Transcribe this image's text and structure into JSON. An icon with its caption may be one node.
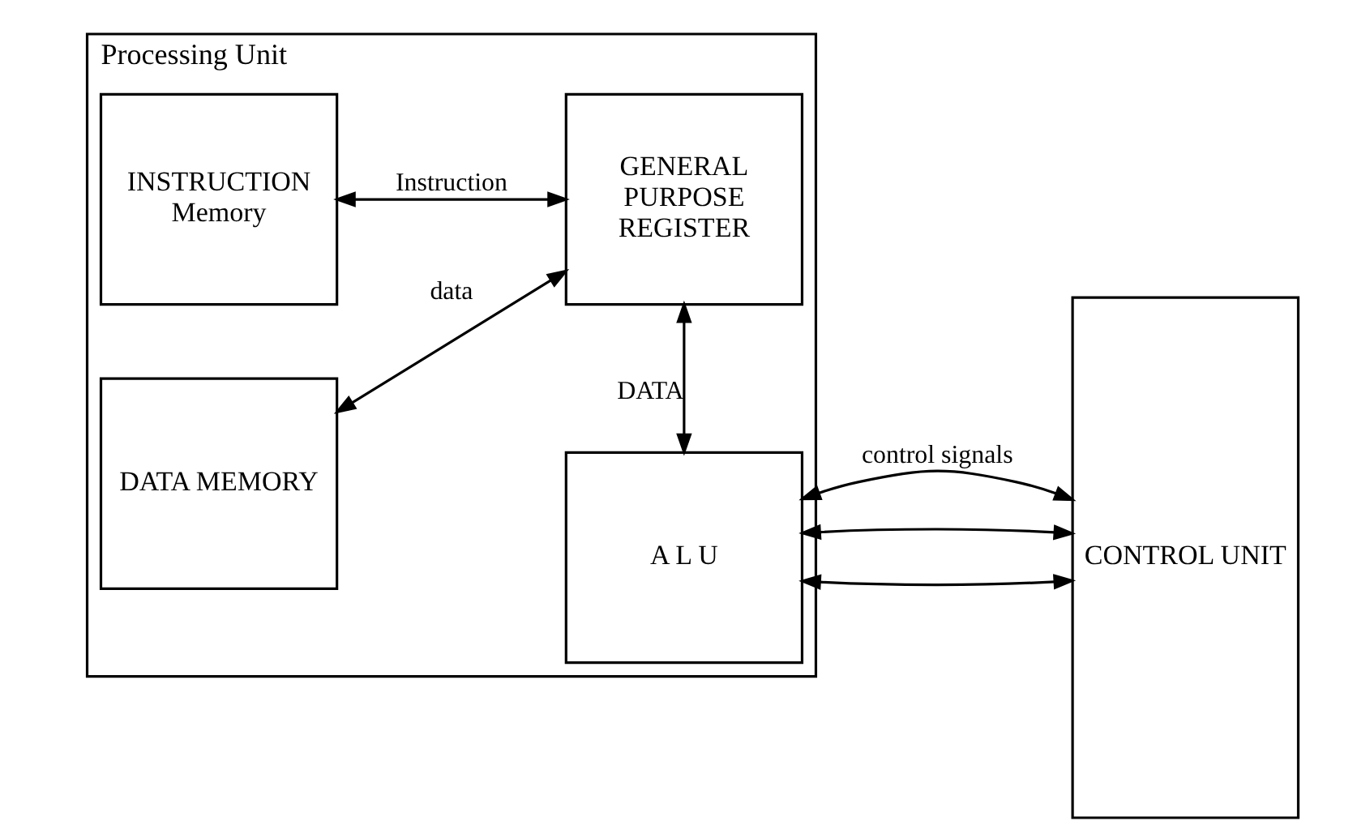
{
  "diagram": {
    "nodes": [
      {
        "text": [
          "Processing Unit"
        ]
      },
      {
        "text": [
          "INSTRUCTION Memory"
        ],
        "in": 0
      },
      {
        "text": [
          "A L U"
        ],
        "in": 0
      },
      {
        "text": [
          "DATA MEMORY"
        ],
        "in": 0
      },
      {
        "text": [
          "GENERAL PURPOSE REGISTER"
        ],
        "in": 0
      },
      {
        "text": [
          "CONTROL UNIT"
        ]
      }
    ],
    "edges": [
      {
        "from": 2,
        "to": 5,
        "arrow": "both",
        "label": "control signals"
      },
      {
        "from": 2,
        "to": 5,
        "arrow": "both"
      },
      {
        "from": 2,
        "to": 5,
        "arrow": "both"
      },
      {
        "from": 1,
        "to": 4,
        "arrow": "both",
        "label": "Instruction"
      },
      {
        "from": 2,
        "to": 4,
        "arrow": "both",
        "label": "DATA"
      },
      {
        "from": 3,
        "to": 4,
        "arrow": "both",
        "label": "data"
      }
    ]
  }
}
